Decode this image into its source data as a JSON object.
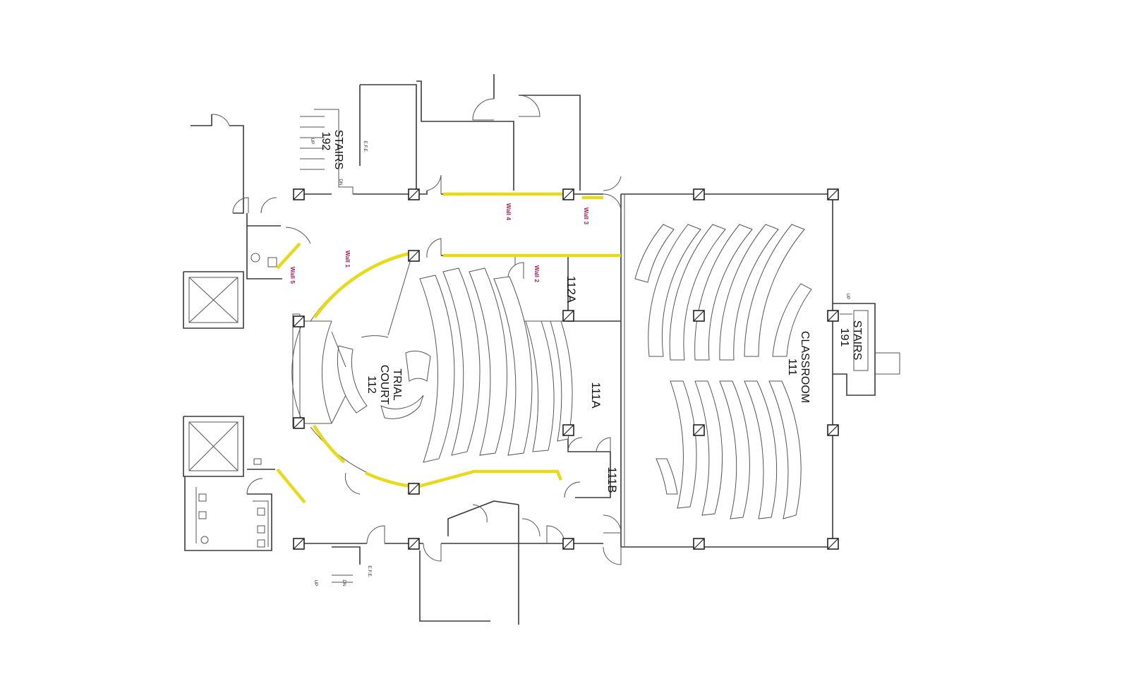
{
  "rooms": {
    "trial_court": {
      "line1": "TRIAL",
      "line2": "COURT",
      "number": "112"
    },
    "classroom": {
      "name": "CLASSROOM",
      "number": "111"
    },
    "room_112a": "112A",
    "room_111a": "111A",
    "room_111b": "111B",
    "stairs_192": {
      "name": "STAIRS",
      "number": "192",
      "up": "UP",
      "dn": "DN"
    },
    "stairs_191": {
      "name": "STAIRS",
      "number": "191",
      "up": "UP"
    }
  },
  "walls": {
    "wall1": "Wall 1",
    "wall2": "Wall 2",
    "wall3": "Wall 3",
    "wall4": "Wall 4",
    "wall5": "Wall 5"
  },
  "misc": {
    "efe_top": "E.F.E.",
    "efe_bottom": "E.F.E.",
    "up_bottom": "UP",
    "dn_bottom": "DN"
  },
  "colors": {
    "highlight": "#e8da1a",
    "wall_label": "#b0205a",
    "line": "#3a3a3a"
  }
}
